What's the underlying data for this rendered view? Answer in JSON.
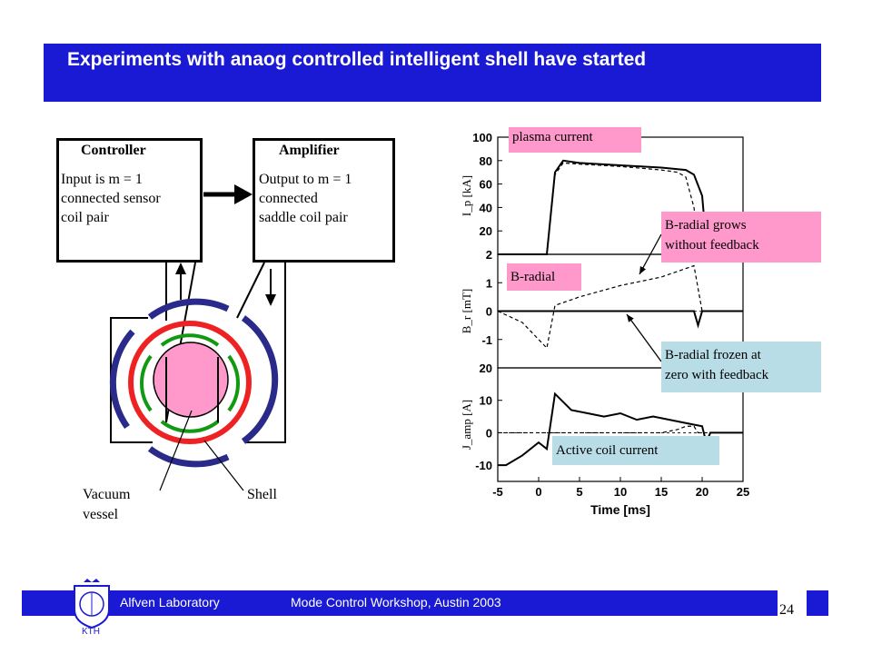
{
  "title": "Experiments with anaog controlled intelligent shell have started",
  "controller": {
    "title": "Controller",
    "lines": [
      "Input is m = 1",
      "connected sensor",
      "coil pair"
    ]
  },
  "amplifier": {
    "title": "Amplifier",
    "lines": [
      "Output to m = 1",
      "connected",
      "saddle coil pair"
    ]
  },
  "diagram_labels": {
    "vacuum_vessel": [
      "Vacuum",
      "vessel"
    ],
    "shell": "Shell"
  },
  "callouts": {
    "plasma_current": "plasma current",
    "b_radial": "B-radial",
    "b_radial_grows": [
      "B-radial grows",
      "without feedback"
    ],
    "b_radial_frozen": [
      "B-radial frozen at",
      "zero with feedback"
    ],
    "active_coil_current": "Active coil  current"
  },
  "colors": {
    "title_bar": "#1a1ad4",
    "callout_pink": "#ff99cc",
    "callout_cyan": "#b8dde6",
    "plasma": "#ff99cc",
    "red_ring": "#ee2222",
    "green_ring": "#119911",
    "navy_ring": "#2a2a8a"
  },
  "chart_data": [
    {
      "type": "line",
      "ylabel": "I_p [kA]",
      "ylim": [
        0,
        100
      ],
      "y_ticks": [
        "100",
        "80",
        "60",
        "40",
        "20"
      ],
      "series": [
        {
          "x": [
            -5,
            1,
            2,
            3,
            5,
            10,
            15,
            18,
            19,
            20,
            20.5,
            21,
            25
          ],
          "y": [
            0,
            0,
            70,
            80,
            78,
            76,
            74,
            72,
            68,
            50,
            10,
            0,
            0
          ]
        },
        {
          "x": [
            -5,
            1,
            2,
            3,
            5,
            10,
            15,
            17,
            18,
            19,
            19.5,
            20,
            25
          ],
          "y": [
            0,
            0,
            68,
            78,
            77,
            75,
            72,
            70,
            66,
            40,
            10,
            0,
            0
          ]
        }
      ]
    },
    {
      "type": "line",
      "ylabel": "B_r [mT]",
      "ylim": [
        -2,
        2
      ],
      "y_ticks": [
        "2",
        "1",
        "0",
        "-1"
      ],
      "series": [
        {
          "x": [
            -5,
            1,
            2,
            4,
            8,
            12,
            16,
            18,
            19,
            19.5,
            20,
            25
          ],
          "y": [
            0,
            0,
            0,
            0,
            0,
            0,
            0,
            0,
            0,
            -0.5,
            0,
            0
          ]
        },
        {
          "x": [
            -5,
            -2,
            0,
            1,
            2,
            5,
            10,
            15,
            18,
            19,
            20,
            25
          ],
          "y": [
            0,
            -0.4,
            -1.0,
            -1.3,
            0.2,
            0.5,
            0.9,
            1.2,
            1.5,
            1.6,
            0,
            0
          ]
        }
      ]
    },
    {
      "type": "line",
      "ylabel": "J_amp [A]",
      "ylim": [
        -15,
        20
      ],
      "y_ticks": [
        "20",
        "10",
        "0",
        "-10"
      ],
      "series": [
        {
          "x": [
            -5,
            -4,
            -2,
            0,
            1,
            2,
            4,
            6,
            8,
            10,
            12,
            14,
            16,
            18,
            20,
            20.5,
            21,
            25
          ],
          "y": [
            -10,
            -10,
            -7,
            -3,
            -5,
            12,
            7,
            6,
            5,
            6,
            4,
            5,
            4,
            3,
            2,
            -3,
            0,
            0
          ]
        },
        {
          "x": [
            -5,
            0,
            5,
            10,
            15,
            17,
            18,
            19,
            19.5,
            20,
            25
          ],
          "y": [
            0,
            0,
            0,
            0,
            0,
            1,
            2,
            2,
            0,
            0,
            0
          ]
        }
      ],
      "xlabel": "Time [ms]",
      "x_ticks": [
        "-5",
        "0",
        "5",
        "10",
        "15",
        "20",
        "25"
      ],
      "xlim": [
        -5,
        25
      ]
    }
  ],
  "footer": {
    "lab": "Alfven Laboratory",
    "workshop": "Mode Control Workshop, Austin 2003",
    "logo_text": "KTH",
    "page_number": "24"
  }
}
